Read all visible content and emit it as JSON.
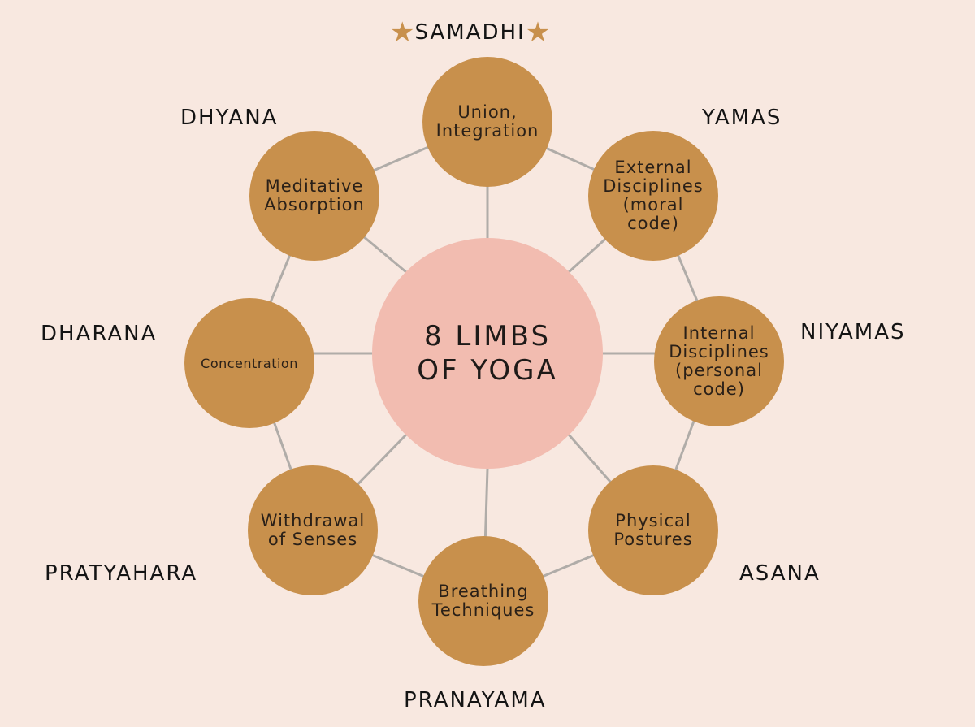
{
  "center": {
    "label": "8 LIMBS\nOF YOGA"
  },
  "limbs": [
    {
      "name": "SAMADHI",
      "description": "Union,\nIntegration"
    },
    {
      "name": "YAMAS",
      "description": "External\nDisciplines\n(moral\ncode)"
    },
    {
      "name": "NIYAMAS",
      "description": "Internal\nDisciplines\n(personal\ncode)"
    },
    {
      "name": "ASANA",
      "description": "Physical\nPostures"
    },
    {
      "name": "PRANAYAMA",
      "description": "Breathing\nTechniques"
    },
    {
      "name": "PRATYAHARA",
      "description": "Withdrawal\nof Senses"
    },
    {
      "name": "DHARANA",
      "description": "Concentration"
    },
    {
      "name": "DHYANA",
      "description": "Meditative\nAbsorption"
    }
  ],
  "icons": {
    "highlight": "star-icon"
  },
  "colors": {
    "background": "#f8e8e0",
    "limb_circle": "#c8904c",
    "center_circle": "#f2bcb0",
    "connector": "#b0aca8"
  }
}
